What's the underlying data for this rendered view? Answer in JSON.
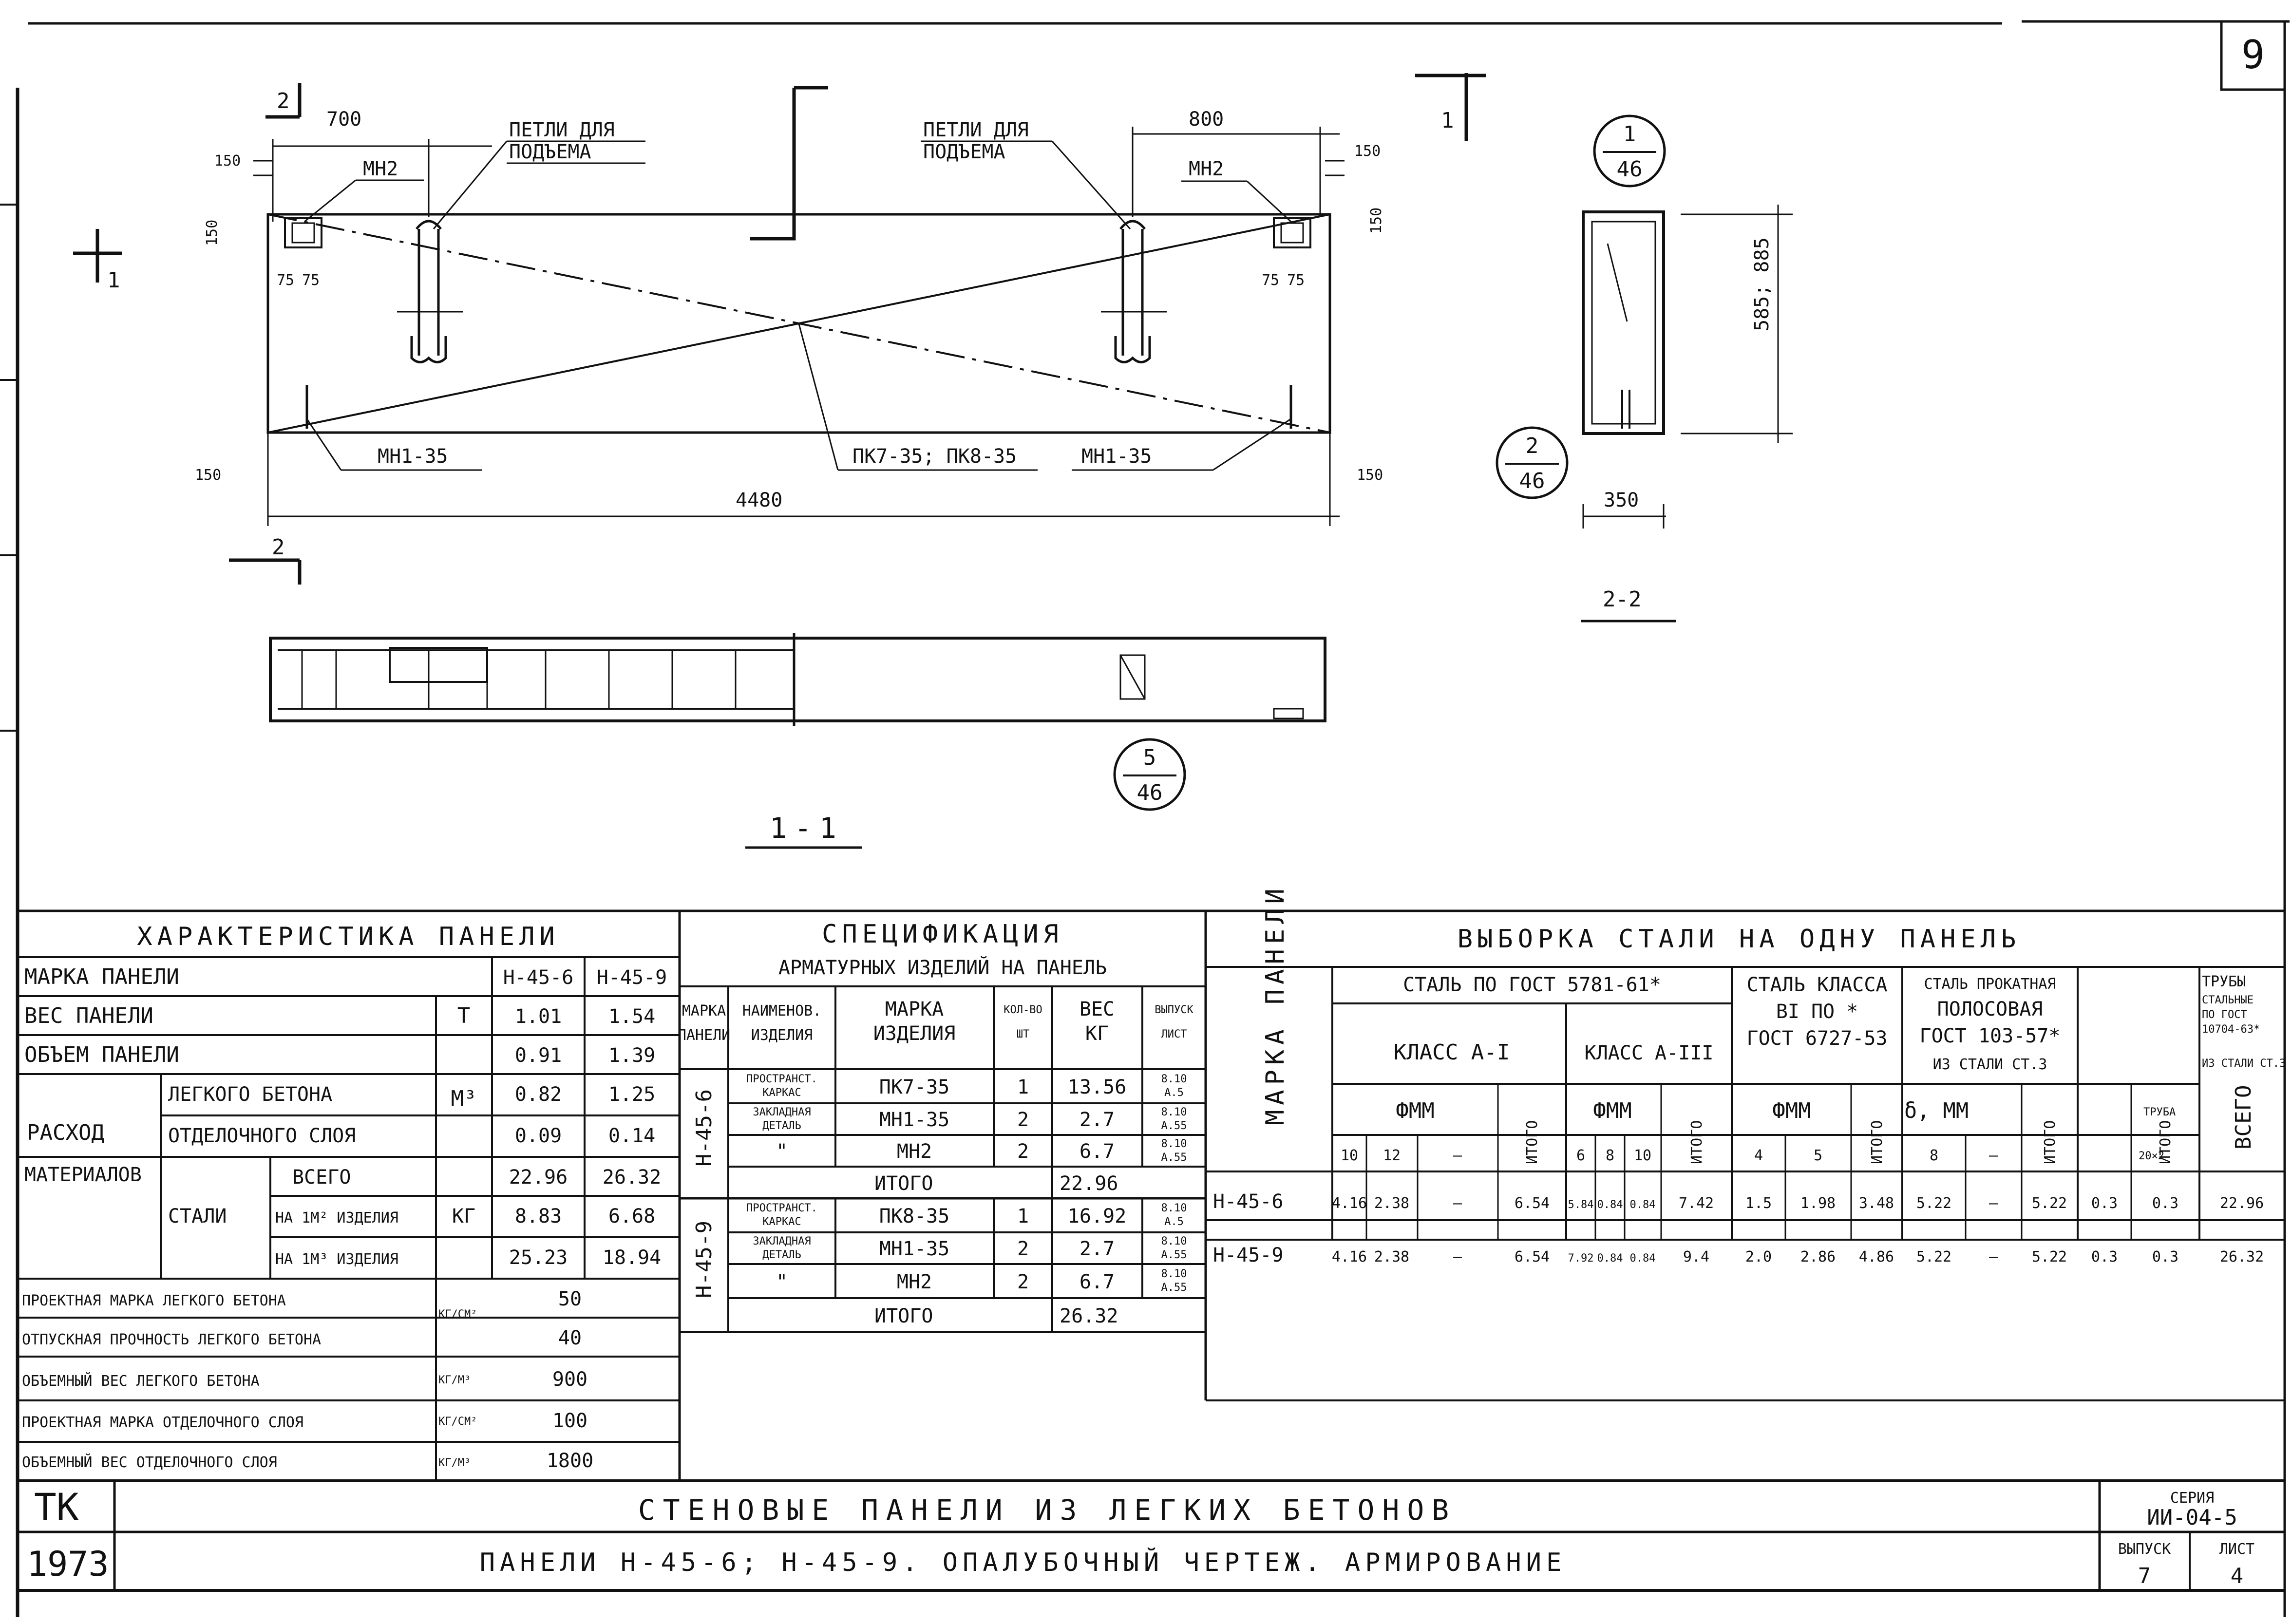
{
  "sheet": {
    "number": "9"
  },
  "drawing": {
    "section_marks": {
      "s1": "1",
      "s2": "2"
    },
    "labels": {
      "lifting_loop_left": [
        "ПЕТЛИ ДЛЯ",
        "ПОДЪЕМА"
      ],
      "lifting_loop_right": [
        "ПЕТЛИ ДЛЯ",
        "ПОДЪЕМА"
      ],
      "mn2_left": "МН2",
      "mn2_right": "МН2",
      "mn1_left": "МН1-35",
      "mn1_right": "МН1-35",
      "cage": "ПК7-35; ПК8-35"
    },
    "dims": {
      "d700": "700",
      "d800": "800",
      "d150_tl": "150",
      "d150_tr": "150",
      "d150_l": "150",
      "d150_r": "150",
      "d150_bl": "150",
      "d150_br": "150",
      "d75_a": "75",
      "d75_b": "75",
      "d75_c": "75",
      "d75_d": "75",
      "d4480": "4480",
      "d585": "585; 885",
      "d350": "350"
    },
    "callouts": [
      {
        "num": "1",
        "den": "46"
      },
      {
        "num": "2",
        "den": "46"
      },
      {
        "num": "5",
        "den": "46"
      }
    ],
    "section_titles": {
      "s22": "2-2",
      "s11": "1-1"
    }
  },
  "characteristics": {
    "title": "ХАРАКТЕРИСТИКА ПАНЕЛИ",
    "row_mark": {
      "label": "МАРКА ПАНЕЛИ",
      "v1": "Н-45-6",
      "v2": "Н-45-9"
    },
    "row_weight": {
      "label": "ВЕС ПАНЕЛИ",
      "unit": "Т",
      "v1": "1.01",
      "v2": "1.54"
    },
    "row_volume": {
      "label": "ОБЪЕМ ПАНЕЛИ",
      "v1": "0.91",
      "v2": "1.39"
    },
    "consumption_label": [
      "РАСХОД",
      "МАТЕРИАЛОВ"
    ],
    "row_light": {
      "label": "ЛЕГКОГО БЕТОНА",
      "unit": "М³",
      "v1": "0.82",
      "v2": "1.25"
    },
    "row_finish": {
      "label": "ОТДЕЛОЧНОГО СЛОЯ",
      "v1": "0.09",
      "v2": "0.14"
    },
    "steel_label": "СТАЛИ",
    "steel_unit": "КГ",
    "row_total": {
      "label": "ВСЕГО",
      "v1": "22.96",
      "v2": "26.32"
    },
    "row_m2": {
      "label": "НА 1М² ИЗДЕЛИЯ",
      "v1": "8.83",
      "v2": "6.68"
    },
    "row_m3": {
      "label": "НА 1М³ ИЗДЕЛИЯ",
      "v1": "25.23",
      "v2": "18.94"
    },
    "row_grade": {
      "label": "ПРОЕКТНАЯ МАРКА ЛЕГКОГО БЕТОНА",
      "unit": "КГ/СМ²",
      "value": "50"
    },
    "row_release": {
      "label": "ОТПУСКНАЯ ПРОЧНОСТЬ ЛЕГКОГО БЕТОНА",
      "value": "40"
    },
    "row_density": {
      "label": "ОБЪЕМНЫЙ ВЕС ЛЕГКОГО БЕТОНА",
      "unit": "КГ/М³",
      "value": "900"
    },
    "row_finish_grade": {
      "label": "ПРОЕКТНАЯ МАРКА ОТДЕЛОЧНОГО СЛОЯ",
      "unit": "КГ/СМ²",
      "value": "100"
    },
    "row_finish_density": {
      "label": "ОБЪЕМНЫЙ ВЕС ОТДЕЛОЧНОГО СЛОЯ",
      "unit": "КГ/М³",
      "value": "1800"
    }
  },
  "specification": {
    "title": "СПЕЦИФИКАЦИЯ",
    "subtitle": "АРМАТУРНЫХ ИЗДЕЛИЙ НА ПАНЕЛЬ",
    "headers": {
      "panel": [
        "МАРКА",
        "ПАНЕЛИ"
      ],
      "name": [
        "НАИМЕНОВ.",
        "ИЗДЕЛИЯ"
      ],
      "mark": [
        "МАРКА",
        "ИЗДЕЛИЯ"
      ],
      "qty": [
        "КОЛ-ВО",
        "ШТ"
      ],
      "weight": [
        "ВЕС",
        "КГ"
      ],
      "sheet": [
        "ВЫПУСК",
        "ЛИСТ"
      ]
    },
    "groups": [
      {
        "panel": "Н-45-6",
        "rows": [
          {
            "name": [
              "ПРОСТРАНСТ.",
              "КАРКАС"
            ],
            "mark": "ПК7-35",
            "qty": "1",
            "weight": "13.56",
            "sheet": [
              "8.10",
              "А.5"
            ]
          },
          {
            "name": [
              "ЗАКЛАДНАЯ",
              "ДЕТАЛЬ"
            ],
            "mark": "МН1-35",
            "qty": "2",
            "weight": "2.7",
            "sheet": [
              "8.10",
              "А.55"
            ]
          },
          {
            "name": [
              "\""
            ],
            "mark": "МН2",
            "qty": "2",
            "weight": "6.7",
            "sheet": [
              "8.10",
              "А.55"
            ]
          }
        ],
        "total_label": "ИТОГО",
        "total": "22.96"
      },
      {
        "panel": "Н-45-9",
        "rows": [
          {
            "name": [
              "ПРОСТРАНСТ.",
              "КАРКАС"
            ],
            "mark": "ПК8-35",
            "qty": "1",
            "weight": "16.92",
            "sheet": [
              "8.10",
              "А.5"
            ]
          },
          {
            "name": [
              "ЗАКЛАДНАЯ",
              "ДЕТАЛЬ"
            ],
            "mark": "МН1-35",
            "qty": "2",
            "weight": "2.7",
            "sheet": [
              "8.10",
              "А.55"
            ]
          },
          {
            "name": [
              "\""
            ],
            "mark": "МН2",
            "qty": "2",
            "weight": "6.7",
            "sheet": [
              "8.10",
              "А.55"
            ]
          }
        ],
        "total_label": "ИТОГО",
        "total": "26.32"
      }
    ]
  },
  "steel": {
    "title": "ВЫБОРКА СТАЛИ НА ОДНУ ПАНЕЛЬ",
    "col_mark": "МАРКА ПАНЕЛИ",
    "gost5781": "СТАЛЬ ПО ГОСТ 5781-61*",
    "class_a1": "КЛАСС А-I",
    "class_a3": "КЛАСС А-III",
    "phi_mm": "ФММ",
    "itogo": "ИТОГО",
    "class_b1": [
      "СТАЛЬ КЛАССА",
      "ВI ПО  *",
      "ГОСТ 6727-53"
    ],
    "rolled": [
      "СТАЛЬ ПРОКАТНАЯ",
      "ПОЛОСОВАЯ",
      "ГОСТ 103-57*",
      "ИЗ СТАЛИ СТ.3"
    ],
    "thickness": "δ, ММ",
    "pipes": [
      "ТРУБЫ",
      "СТАЛЬНЫЕ",
      "ПО ГОСТ",
      "10704-63*",
      "ИЗ СТАЛИ СТ.3"
    ],
    "pipe_label": "ТРУБА",
    "pipe_size": "20×2",
    "total_label": "ВСЕГО",
    "diameters": {
      "a1": [
        "10",
        "12",
        "—"
      ],
      "a3": [
        "6",
        "8",
        "10"
      ],
      "b1": [
        "4",
        "5"
      ],
      "rolled": [
        "8",
        "—"
      ]
    },
    "rows": [
      {
        "mark": "Н-45-6",
        "a1_10": "4.16",
        "a1_12": "2.38",
        "a1_x": "—",
        "a1_total": "6.54",
        "a3_6": "5.84",
        "a3_8": "0.84",
        "a3_10": "0.84",
        "a3_total": "7.42",
        "b1_4": "1.5",
        "b1_5": "1.98",
        "b1_total": "3.48",
        "r_8": "5.22",
        "r_x": "—",
        "r_total": "5.22",
        "pipe": "0.3",
        "pipe_total": "0.3",
        "total": "22.96"
      },
      {
        "mark": "Н-45-9",
        "a1_10": "4.16",
        "a1_12": "2.38",
        "a1_x": "—",
        "a1_total": "6.54",
        "a3_6": "7.92",
        "a3_8": "0.84",
        "a3_10": "0.84",
        "a3_total": "9.4",
        "b1_4": "2.0",
        "b1_5": "2.86",
        "b1_total": "4.86",
        "r_8": "5.22",
        "r_x": "—",
        "r_total": "5.22",
        "pipe": "0.3",
        "pipe_total": "0.3",
        "total": "26.32"
      }
    ]
  },
  "titleblock": {
    "org": "ТК",
    "year": "1973",
    "title": "СТЕНОВЫЕ ПАНЕЛИ ИЗ ЛЕГКИХ БЕТОНОВ",
    "subtitle": "ПАНЕЛИ Н-45-6; Н-45-9. ОПАЛУБОЧНЫЙ ЧЕРТЕЖ. АРМИРОВАНИЕ",
    "series_label": "СЕРИЯ",
    "series": "ИИ-04-5",
    "issue_label": "ВЫПУСК",
    "issue": "7",
    "sheet_label": "ЛИСТ",
    "sheet": "4"
  }
}
